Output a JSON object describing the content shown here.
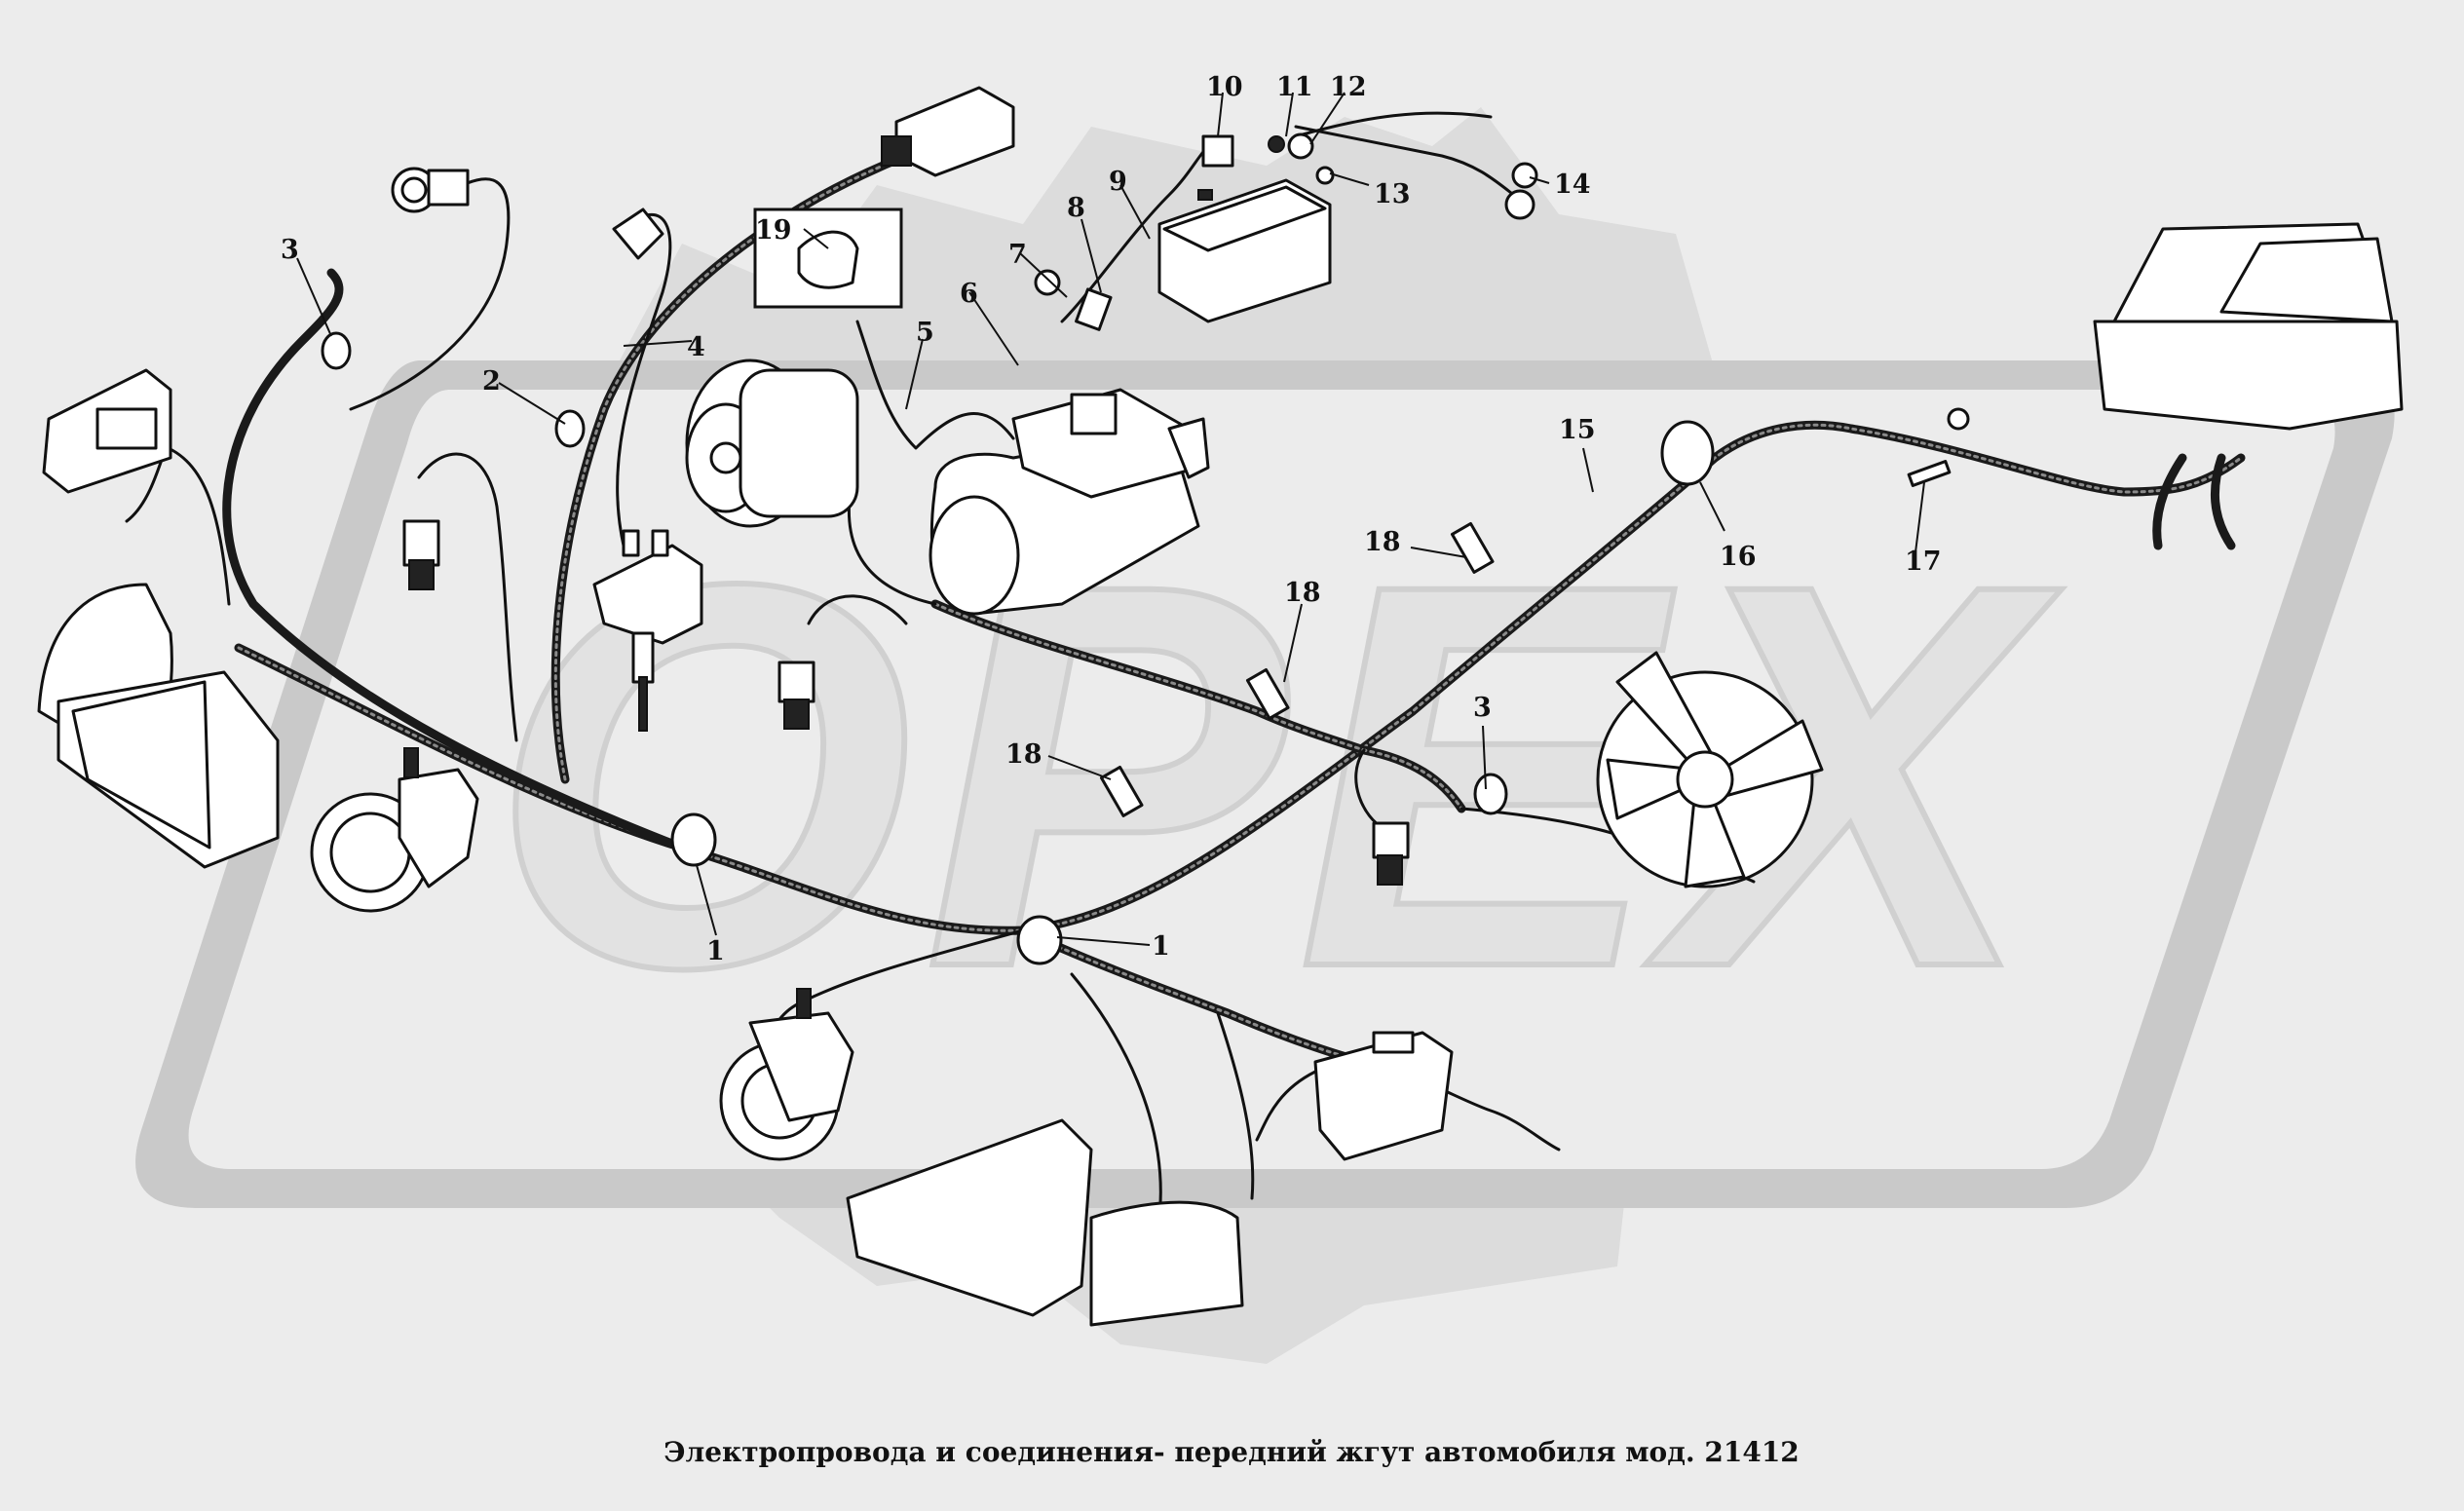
{
  "caption": "Электропровода и соединения-  передний жгут автомобиля мод. 21412",
  "watermark": {
    "text": "OPEX",
    "fill_color": "#d7d7d7",
    "stroke_color": "#c6c6c6"
  },
  "colors": {
    "background": "#ececec",
    "line": "#111111",
    "part_fill": "#ffffff"
  },
  "callouts": [
    {
      "id": "c1a",
      "label": "1"
    },
    {
      "id": "c1b",
      "label": "1"
    },
    {
      "id": "c2",
      "label": "2"
    },
    {
      "id": "c3a",
      "label": "3"
    },
    {
      "id": "c3b",
      "label": "3"
    },
    {
      "id": "c4",
      "label": "4"
    },
    {
      "id": "c5",
      "label": "5"
    },
    {
      "id": "c6",
      "label": "6"
    },
    {
      "id": "c7",
      "label": "7"
    },
    {
      "id": "c8",
      "label": "8"
    },
    {
      "id": "c9",
      "label": "9"
    },
    {
      "id": "c10",
      "label": "10"
    },
    {
      "id": "c11",
      "label": "11"
    },
    {
      "id": "c12",
      "label": "12"
    },
    {
      "id": "c13",
      "label": "13"
    },
    {
      "id": "c14",
      "label": "14"
    },
    {
      "id": "c15",
      "label": "15"
    },
    {
      "id": "c16",
      "label": "16"
    },
    {
      "id": "c17",
      "label": "17"
    },
    {
      "id": "c18a",
      "label": "18"
    },
    {
      "id": "c18b",
      "label": "18"
    },
    {
      "id": "c18c",
      "label": "18"
    },
    {
      "id": "c19",
      "label": "19"
    }
  ],
  "components": [
    "headlight-left-icon",
    "headlight-right-icon",
    "horn-left-icon",
    "horn-right-icon",
    "side-light-left-icon",
    "side-light-right-icon",
    "alternator-icon",
    "starter-icon",
    "battery-icon",
    "distributor-icon",
    "relay-box-icon",
    "fan-icon",
    "sensor-icon",
    "lamp-socket-icon",
    "plug-connector-icon",
    "grommet-icon",
    "clamp-icon",
    "cable-tie-icon"
  ]
}
